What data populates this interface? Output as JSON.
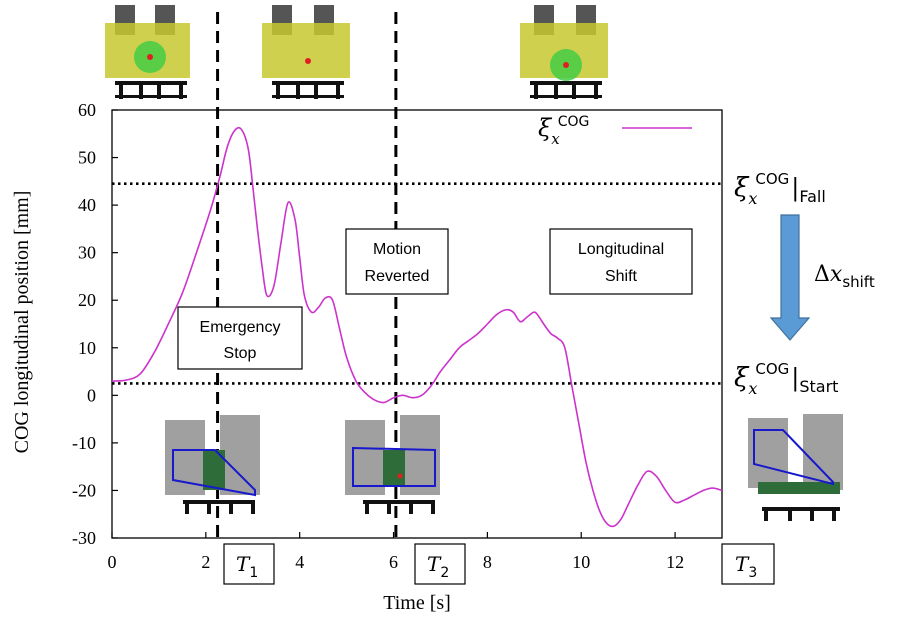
{
  "chart_data": {
    "type": "line",
    "xlabel": "Time [s]",
    "ylabel": "COG longitudinal position [mm]",
    "xlim": [
      0,
      13
    ],
    "ylim": [
      -30,
      60
    ],
    "xticks": [
      0,
      2,
      4,
      6,
      8,
      10,
      12
    ],
    "yticks": [
      60,
      50,
      40,
      30,
      20,
      10,
      0,
      -10,
      -20,
      -30
    ],
    "grid": false,
    "legend_position": "top-right",
    "color": "#cc33cc",
    "series": [
      {
        "name": "ξ_x^COG",
        "x": [
          0,
          0.3,
          0.6,
          0.9,
          1.2,
          1.5,
          1.8,
          2.1,
          2.3,
          2.45,
          2.6,
          2.75,
          2.9,
          3.0,
          3.1,
          3.2,
          3.3,
          3.45,
          3.6,
          3.75,
          3.9,
          4.0,
          4.1,
          4.25,
          4.4,
          4.55,
          4.7,
          4.85,
          5.0,
          5.2,
          5.4,
          5.6,
          5.8,
          6.0,
          6.2,
          6.4,
          6.6,
          6.8,
          7.0,
          7.2,
          7.4,
          7.6,
          7.8,
          8.0,
          8.2,
          8.4,
          8.55,
          8.7,
          8.85,
          9.0,
          9.1,
          9.2,
          9.35,
          9.5,
          9.65,
          9.8,
          9.95,
          10.1,
          10.25,
          10.4,
          10.55,
          10.7,
          10.85,
          11.0,
          11.2,
          11.4,
          11.6,
          11.8,
          12.0,
          12.2,
          12.4,
          12.6,
          12.8,
          13.0
        ],
        "y": [
          3,
          3.2,
          4.5,
          9,
          15,
          21.5,
          30,
          39,
          46,
          52,
          55.5,
          56,
          52,
          44,
          35,
          27,
          21,
          23,
          32,
          40.5,
          37,
          29,
          21,
          17.5,
          18.5,
          20.5,
          20,
          14,
          8,
          3,
          0.5,
          -1,
          -1.5,
          -0.5,
          0,
          -0.5,
          0,
          2,
          5,
          7.5,
          10,
          11.5,
          13,
          15,
          17,
          18,
          17.5,
          15.5,
          16.5,
          17.5,
          16.5,
          15,
          13,
          12,
          10,
          2,
          -6,
          -14,
          -20,
          -24.5,
          -27,
          -27.5,
          -26,
          -23,
          -19,
          -16,
          -17,
          -20,
          -22.5,
          -22,
          -21,
          -20,
          -19.5,
          -20
        ]
      }
    ],
    "thresholds": [
      {
        "y": 44.5,
        "label_sym": "ξ",
        "label_sub": "x",
        "label_sup": "COG",
        "label_tag": "Fall"
      },
      {
        "y": 2.5,
        "label_sym": "ξ",
        "label_sub": "x",
        "label_sup": "COG",
        "label_tag": "Start"
      }
    ],
    "event_lines_x": [
      2.25,
      6.05
    ],
    "annotations": [
      {
        "lines": [
          "Emergency",
          "Stop"
        ]
      },
      {
        "lines": [
          "Motion",
          "Reverted"
        ]
      },
      {
        "lines": [
          "Longitudinal",
          "Shift"
        ]
      }
    ],
    "phase_markers": [
      {
        "sym": "T",
        "sub": "1"
      },
      {
        "sym": "T",
        "sub": "2"
      },
      {
        "sym": "T",
        "sub": "3"
      }
    ],
    "shift_label": {
      "delta": "Δ",
      "sym": "x",
      "sub": "shift"
    },
    "legend_sym": {
      "sym": "ξ",
      "sub": "x",
      "sup": "COG"
    }
  }
}
